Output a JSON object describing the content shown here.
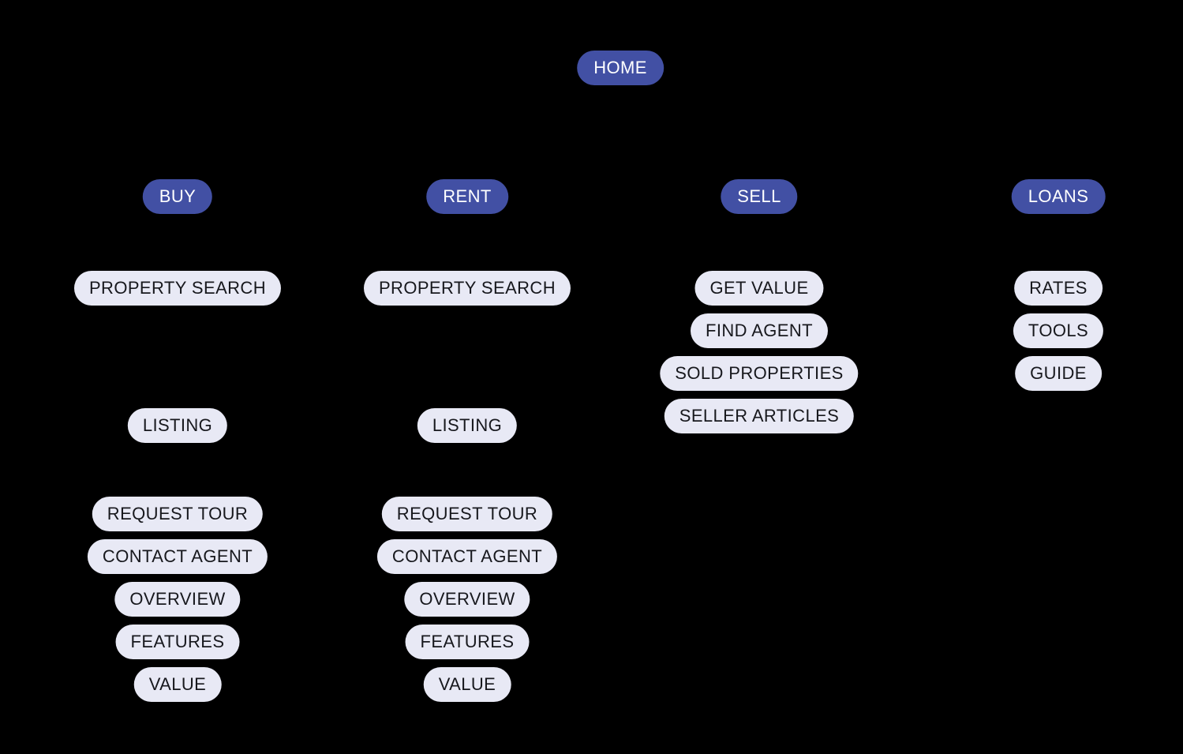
{
  "palette": {
    "background": "#000000",
    "node_primary_bg": "#4250A4",
    "node_primary_text": "#FFFFFF",
    "node_secondary_bg": "#E8E9F5",
    "node_secondary_text": "#17181D"
  },
  "sitemap": {
    "home": {
      "label": "HOME"
    },
    "sections": [
      {
        "label": "BUY",
        "children": [
          {
            "label": "PROPERTY SEARCH",
            "children": [
              {
                "label": "LISTING",
                "children": [
                  {
                    "label": "REQUEST TOUR"
                  },
                  {
                    "label": "CONTACT AGENT"
                  },
                  {
                    "label": "OVERVIEW"
                  },
                  {
                    "label": "FEATURES"
                  },
                  {
                    "label": "VALUE"
                  }
                ]
              }
            ]
          }
        ]
      },
      {
        "label": "RENT",
        "children": [
          {
            "label": "PROPERTY SEARCH",
            "children": [
              {
                "label": "LISTING",
                "children": [
                  {
                    "label": "REQUEST TOUR"
                  },
                  {
                    "label": "CONTACT AGENT"
                  },
                  {
                    "label": "OVERVIEW"
                  },
                  {
                    "label": "FEATURES"
                  },
                  {
                    "label": "VALUE"
                  }
                ]
              }
            ]
          }
        ]
      },
      {
        "label": "SELL",
        "children": [
          {
            "label": "GET VALUE"
          },
          {
            "label": "FIND AGENT"
          },
          {
            "label": "SOLD PROPERTIES"
          },
          {
            "label": "SELLER ARTICLES"
          }
        ]
      },
      {
        "label": "LOANS",
        "children": [
          {
            "label": "RATES"
          },
          {
            "label": "TOOLS"
          },
          {
            "label": "GUIDE"
          }
        ]
      }
    ]
  }
}
